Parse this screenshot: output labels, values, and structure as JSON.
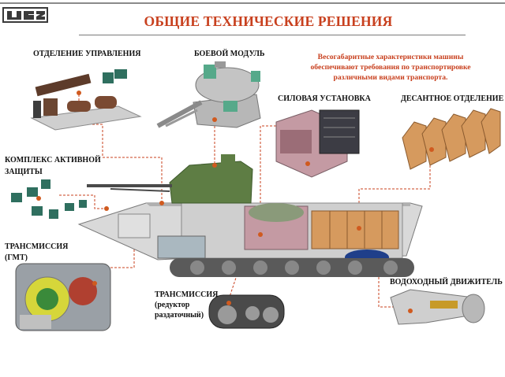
{
  "header": {
    "logo_text": "УВЗ",
    "title": "ОБЩИЕ ТЕХНИЧЕСКИЕ РЕШЕНИЯ"
  },
  "note": {
    "lines": [
      "Весогабаритные характеристики машины",
      "обеспечивают требования по транспортировке",
      "различными видами транспорта."
    ]
  },
  "labels": {
    "control_compartment": "ОТДЕЛЕНИЕ УПРАВЛЕНИЯ",
    "combat_module": "БОЕВОЙ МОДУЛЬ",
    "power_plant": "СИЛОВАЯ УСТАНОВКА",
    "troop_compartment": "ДЕСАНТНОЕ ОТДЕЛЕНИЕ",
    "active_protection_1": "КОМПЛЕКС АКТИВНОЙ",
    "active_protection_2": "ЗАЩИТЫ",
    "transmission_1": "ТРАНСМИССИЯ",
    "transmission_2": "(ГМТ)",
    "transfer_1": "ТРАНСМИССИЯ",
    "transfer_2": "(редуктор",
    "transfer_3": "раздаточный)",
    "water_jet": "ВОДОХОДНЫЙ ДВИЖИТЕЛЬ"
  },
  "colors": {
    "title": "#c8401e",
    "leader": "#c8401e",
    "hull": "#d8d8d8",
    "turret": "#5e7d44",
    "seats": "#d69a5e"
  }
}
